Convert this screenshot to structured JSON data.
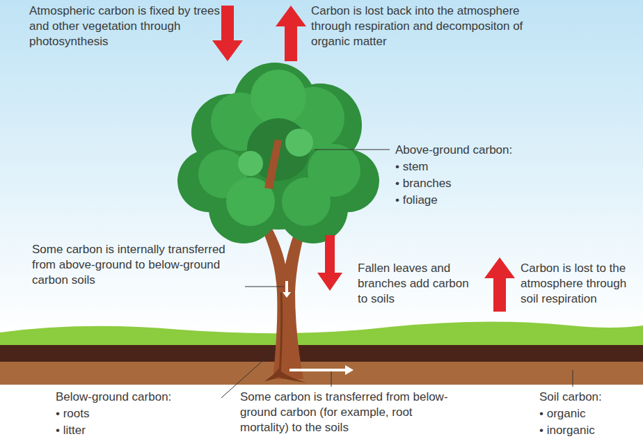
{
  "diagram": {
    "labels": [
      "Atmospheric carbon is fixed by trees and other vegetation through photosynthesis",
      "Carbon is lost back into the atmosphere through respiration and decompositon of organic matter",
      "Above-ground carbon:",
      "• stem",
      "• branches",
      "• foliage",
      "Some carbon is internally transferred from above-ground to below-ground carbon soils",
      "Fallen leaves and branches add carbon to soils",
      "Carbon is lost to the atmosphere through soil respiration",
      "Below-ground carbon:",
      "• roots",
      "• litter",
      "Some carbon is transferred from below-ground carbon (for example, root mortality) to the soils",
      "Soil carbon:",
      "• organic",
      "• inorganic"
    ]
  }
}
